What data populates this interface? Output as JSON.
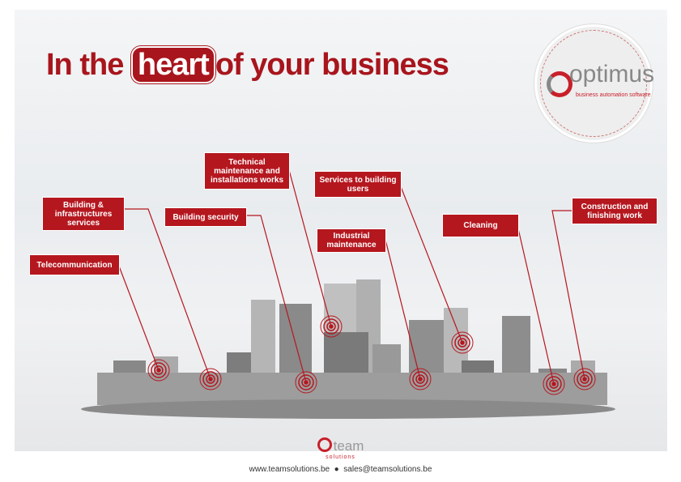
{
  "title": {
    "before": "In the",
    "highlight": "heart",
    "after": "of your business"
  },
  "logo": {
    "name": "optimus",
    "tagline": "business automation software"
  },
  "services": [
    {
      "label": "Technical maintenance and installations works"
    },
    {
      "label": "Building & infrastructures services"
    },
    {
      "label": "Building security"
    },
    {
      "label": "Telecommunication"
    },
    {
      "label": "Services to building users"
    },
    {
      "label": "Industrial maintenance"
    },
    {
      "label": "Cleaning"
    },
    {
      "label": "Construction and finishing work"
    }
  ],
  "footer": {
    "brand": "team",
    "sub": "solutions",
    "website": "www.teamsolutions.be",
    "bullet": "●",
    "email": "sales@teamsolutions.be"
  },
  "colors": {
    "accent": "#b5171f"
  }
}
